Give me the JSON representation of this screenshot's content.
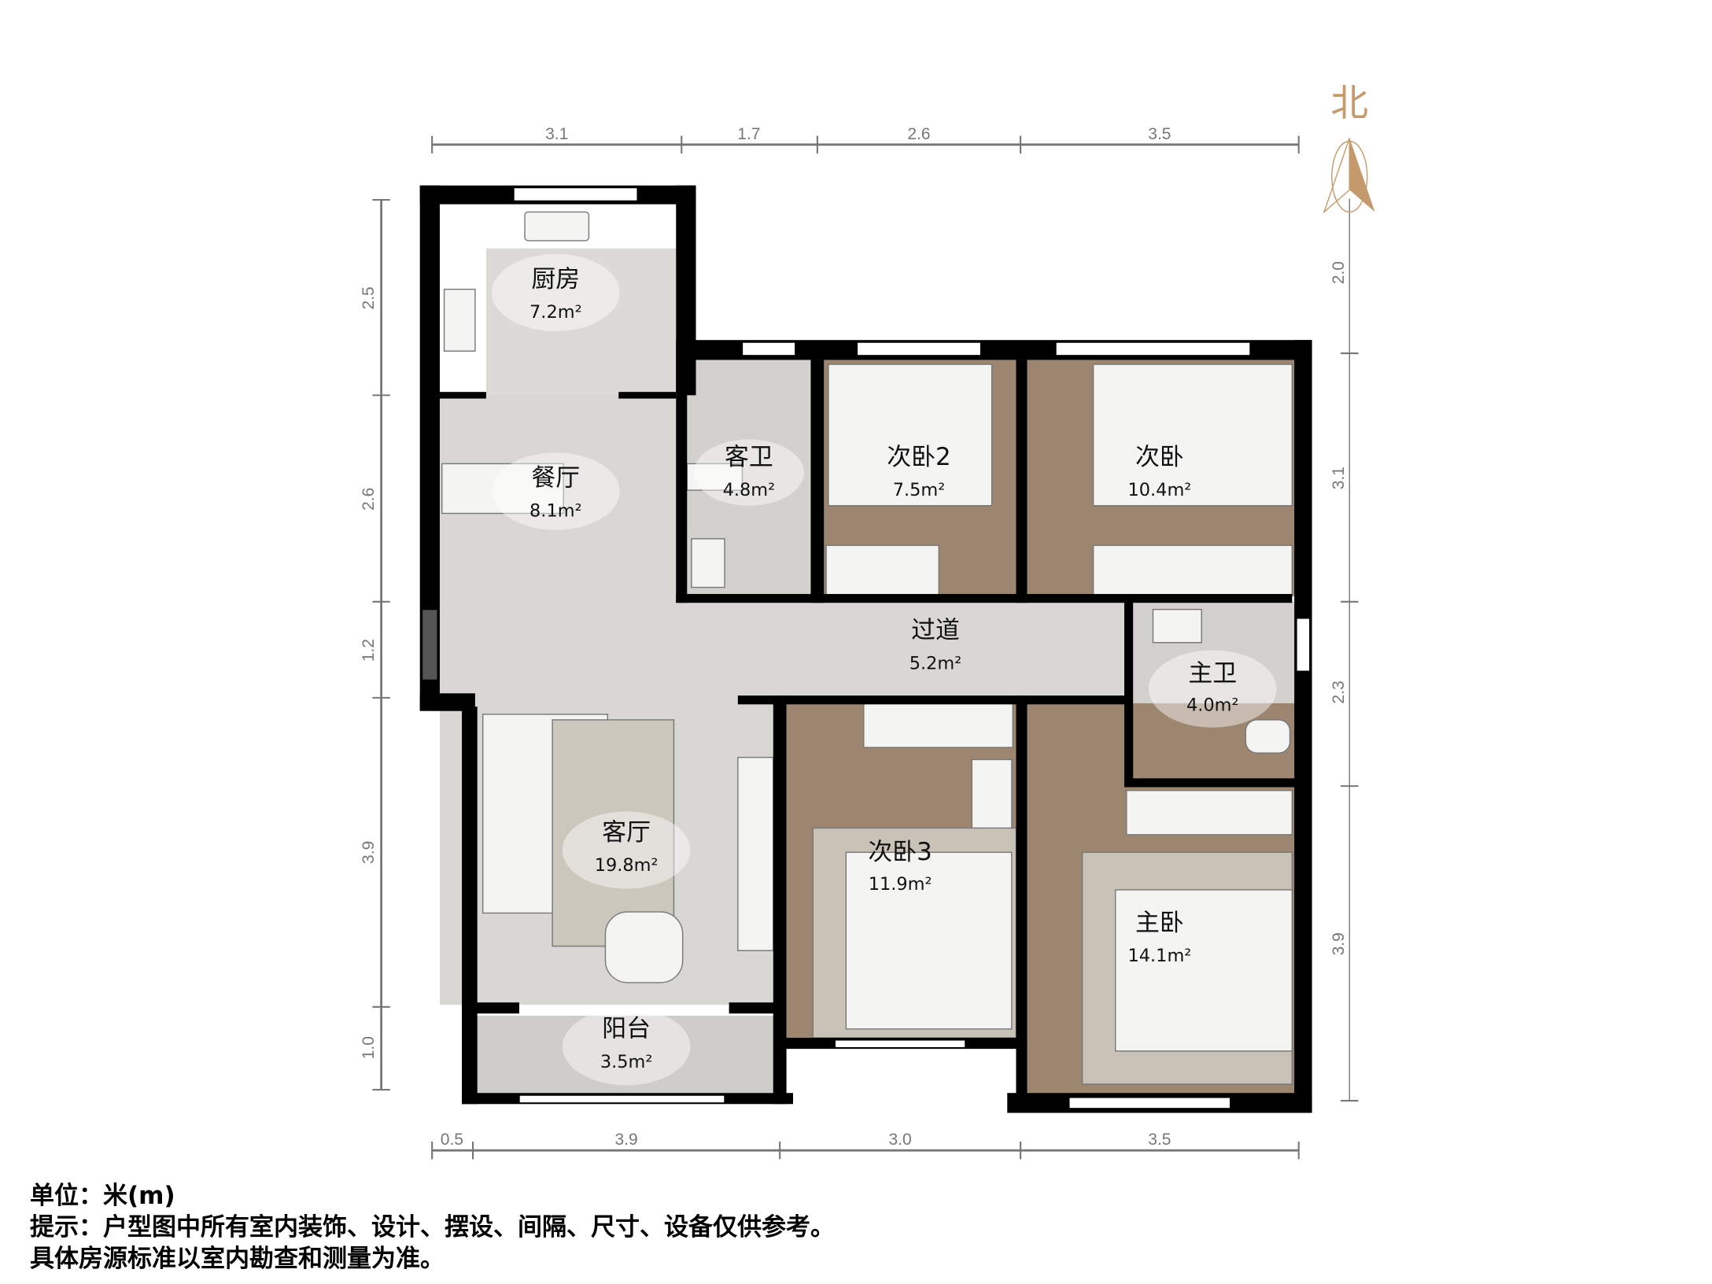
{
  "compass": {
    "label": "北",
    "color": "#c49a6c"
  },
  "colors": {
    "wall": "#000000",
    "tile": "#d9d7d3",
    "wood": "#9c8670",
    "dim_line": "#777777"
  },
  "rooms": [
    {
      "name": "厨房",
      "area": "7.2m²"
    },
    {
      "name": "餐厅",
      "area": "8.1m²"
    },
    {
      "name": "客卫",
      "area": "4.8m²"
    },
    {
      "name": "次卧2",
      "area": "7.5m²"
    },
    {
      "name": "次卧",
      "area": "10.4m²"
    },
    {
      "name": "过道",
      "area": "5.2m²"
    },
    {
      "name": "主卫",
      "area": "4.0m²"
    },
    {
      "name": "客厅",
      "area": "19.8m²"
    },
    {
      "name": "次卧3",
      "area": "11.9m²"
    },
    {
      "name": "主卧",
      "area": "14.1m²"
    },
    {
      "name": "阳台",
      "area": "3.5m²"
    }
  ],
  "dimensions": {
    "top": [
      "3.1",
      "1.7",
      "2.6",
      "3.5"
    ],
    "bottom": [
      "0.5",
      "3.9",
      "3.0",
      "3.5"
    ],
    "left": [
      "2.5",
      "2.6",
      "1.2",
      "3.9",
      "1.0"
    ],
    "right": [
      "2.0",
      "3.1",
      "2.3",
      "3.9"
    ]
  },
  "notes": {
    "unit": "单位：米(m)",
    "tip": "提示：户型图中所有室内装饰、设计、摆设、间隔、尺寸、设备仅供参考。",
    "standard": "具体房源标准以室内勘查和测量为准。"
  }
}
